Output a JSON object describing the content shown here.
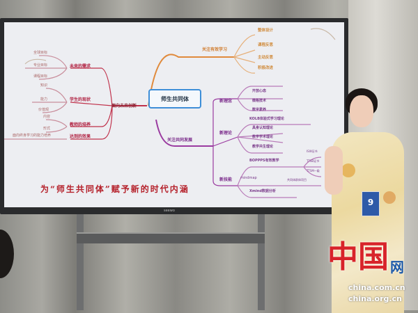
{
  "slide": {
    "center": "师生共同体",
    "title": "为“师生共同体”赋予新的时代内涵",
    "left_branch": {
      "label": "面向未来创新",
      "children": [
        {
          "label": "未来的需求",
          "leaves": [
            "全球目标",
            "专业目标",
            "课程目标"
          ]
        },
        {
          "label": "学生的现状",
          "leaves": [
            "知识",
            "能力",
            "价值观"
          ]
        },
        {
          "label": "教师的培养",
          "leaves": [
            "内容",
            "形式"
          ]
        },
        {
          "label": "达到的效果",
          "leaves": [
            "面向终身学习的能力培养"
          ]
        }
      ]
    },
    "top_branch": {
      "label": "关注有效学习",
      "leaves": [
        "整体设计",
        "课程反思",
        "主动反思",
        "积极改进"
      ]
    },
    "bottom_branch": {
      "label": "关注共同发展",
      "children": [
        {
          "label": "新理念",
          "leaves": [
            "开放心态",
            "微格技术",
            "数字素养"
          ]
        },
        {
          "label": "新理论",
          "leaves": [
            "KOLB体验式学习理论",
            "具身认知理论",
            "教学学术理论",
            "教学共生理论"
          ]
        },
        {
          "label": "新技能",
          "leaves": [
            "BOPPPS有效教学",
            "mindmap",
            "Xmind数据分析"
          ],
          "sub_leaves": [
            "ISW证书",
            "TTSB证书",
            "TTSM一级",
            "共同体群体项目"
          ]
        }
      ]
    },
    "board_brand": "seewo"
  },
  "badge": {
    "number": "9"
  },
  "watermark": {
    "logo": "中国",
    "net": "网",
    "url1": "china.com.cn",
    "url2": "china.org.cn"
  },
  "colors": {
    "left": "#c0304a",
    "top": "#e08a3c",
    "bottom": "#9a3aa0",
    "center_border": "#3d8ed8"
  }
}
